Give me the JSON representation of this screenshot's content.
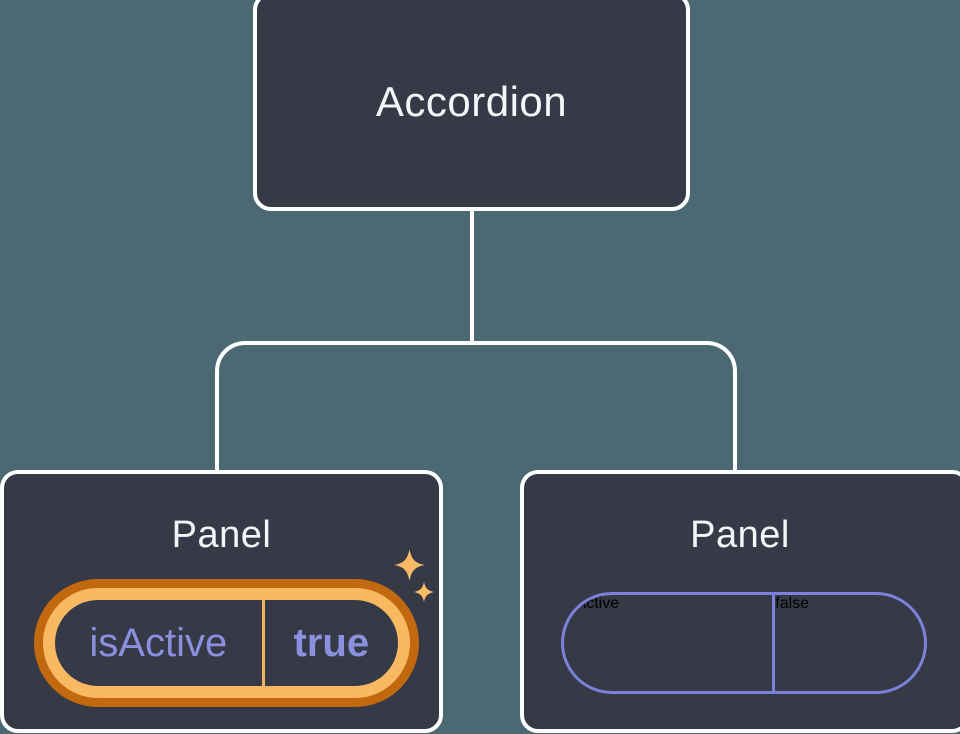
{
  "diagram": {
    "root": {
      "label": "Accordion"
    },
    "children": [
      {
        "label": "Panel",
        "prop_name": "isActive",
        "prop_value": "true",
        "highlighted": true
      },
      {
        "label": "Panel",
        "prop_name": "isActive",
        "prop_value": "false",
        "highlighted": false
      }
    ]
  },
  "icons": {
    "sparkles": "four-point-star-sparkles"
  },
  "colors": {
    "background": "#4C6973",
    "node_fill": "#353A46",
    "node_border": "#FFFFFF",
    "title_text": "#F4F5F9",
    "prop_text": "#8A90DF",
    "inactive_pill_border": "#7A82DB",
    "highlight_outer": "#C2690F",
    "highlight_inner": "#F9B963",
    "highlight_divider": "#F0B35F",
    "sparkle": "#F9BA66"
  }
}
